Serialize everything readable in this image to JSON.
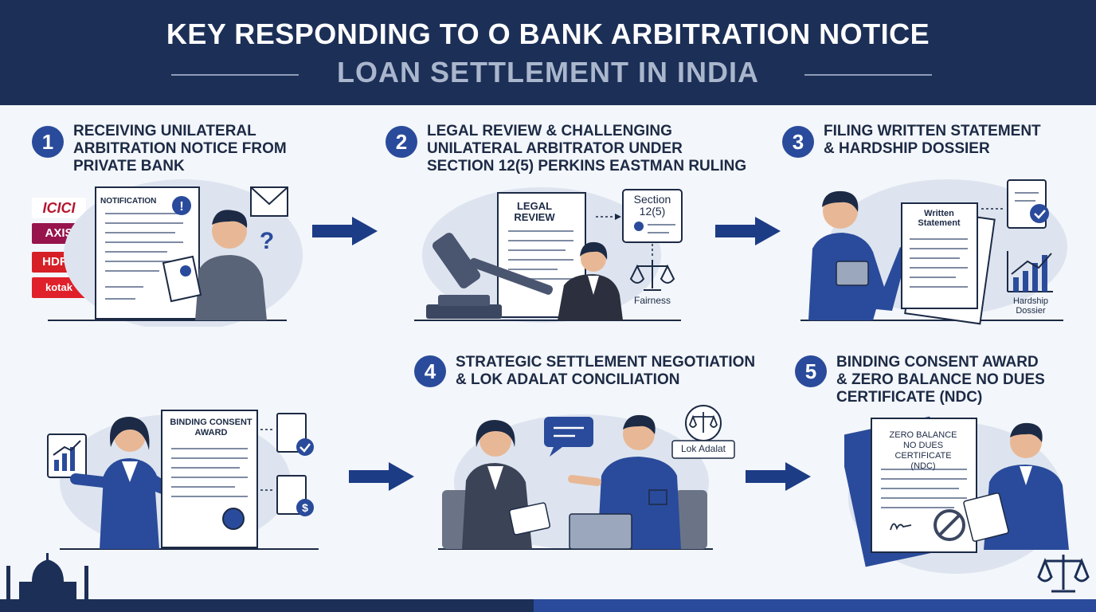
{
  "header": {
    "title_line1": "KEY RESPONDING TO O BANK ARBITRATION NOTICE",
    "title_line2": "LOAN SETTLEMENT IN INDIA"
  },
  "steps": [
    {
      "number": "1",
      "title": [
        "RECEIVING UNILATERAL",
        "ARBITRATION NOTICE FROM",
        "PRIVATE BANK"
      ]
    },
    {
      "number": "2",
      "title": [
        "LEGAL REVIEW & CHALLENGING",
        "UNILATERAL ARBITRATOR UNDER",
        "SECTION 12(5) PERKINS EASTMAN RULING"
      ]
    },
    {
      "number": "3",
      "title": [
        "FILING WRITTEN STATEMENT",
        "& HARDSHIP DOSSIER"
      ]
    },
    {
      "number": "4",
      "title": [
        "STRATEGIC SETTLEMENT NEGOTIATION",
        "& LOK ADALAT CONCILIATION"
      ]
    },
    {
      "number": "5",
      "title": [
        "BINDING CONSENT AWARD",
        "& ZERO BALANCE NO DUES",
        "CERTIFICATE (NDC)"
      ]
    }
  ],
  "banks": [
    {
      "name": "ICICI",
      "color": "#ffffff",
      "text_color": "#b5172f"
    },
    {
      "name": "AXIS",
      "color": "#97144d",
      "text_color": "#ffffff"
    },
    {
      "name": "HDFC",
      "color": "#d61f26",
      "text_color": "#ffffff"
    },
    {
      "name": "kotak",
      "color": "#e0202a",
      "text_color": "#ffffff"
    }
  ],
  "labels": {
    "notification": "NOTIFICATION",
    "legal_review": [
      "LEGAL",
      "REVIEW"
    ],
    "section": [
      "Section",
      "12(5)"
    ],
    "fairness": "Fairness",
    "written_statement": [
      "Written",
      "Statement"
    ],
    "hardship_dossier": [
      "Hardship",
      "Dossier"
    ],
    "binding_award": [
      "BINDING CONSENT",
      "AWARD"
    ],
    "lok_adalat": "Lok Adalat",
    "ndc": [
      "ZERO BALANCE",
      "NO DUES CERTIFICATE",
      "(NDC)"
    ]
  },
  "colors": {
    "navy": "#1c2f57",
    "accent": "#2a4b9b",
    "muted": "#a9b6cc",
    "blob": "#dde4ef"
  }
}
